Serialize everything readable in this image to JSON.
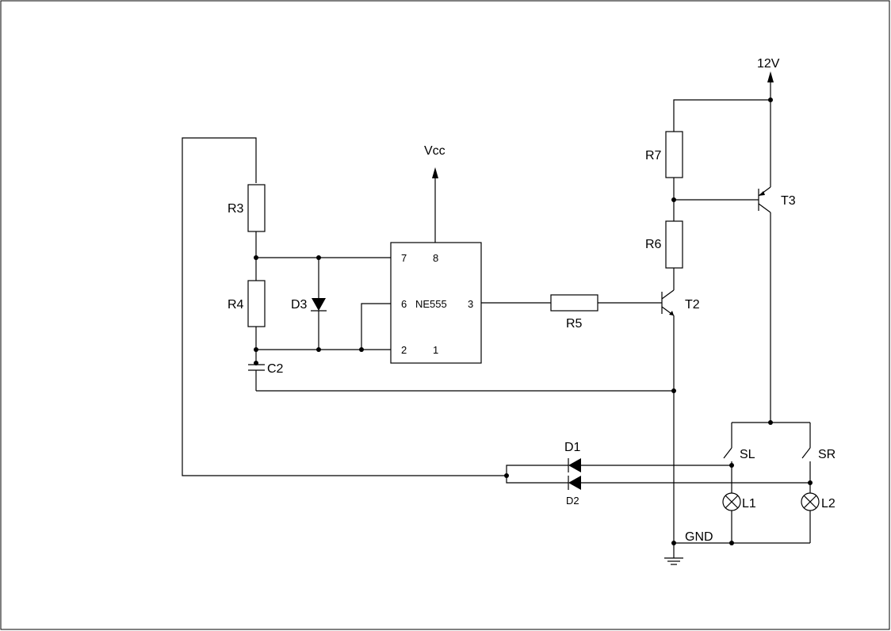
{
  "supply": {
    "top": "12V",
    "vcc": "Vcc",
    "ground": "GND"
  },
  "ic": {
    "name": "NE555",
    "pins": {
      "p7": "7",
      "p8": "8",
      "p6": "6",
      "p3": "3",
      "p2": "2",
      "p1": "1"
    }
  },
  "components": {
    "r3": "R3",
    "r4": "R4",
    "r5": "R5",
    "r6": "R6",
    "r7": "R7",
    "c2": "C2",
    "d1": "D1",
    "d2": "D2",
    "d3": "D3",
    "t2": "T2",
    "t3": "T3",
    "sl": "SL",
    "sr": "SR",
    "l1": "L1",
    "l2": "L2"
  }
}
